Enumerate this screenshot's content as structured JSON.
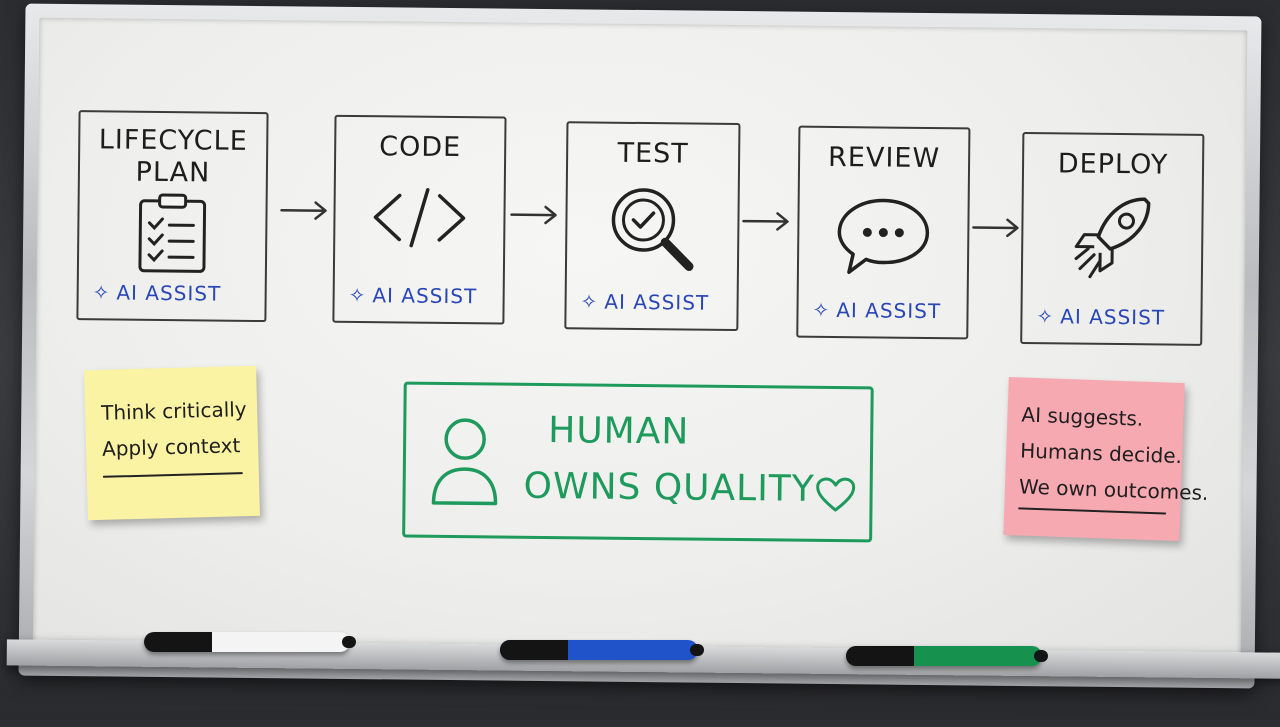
{
  "workflow": {
    "steps": [
      {
        "title": "LIFECYCLE\nPLAN",
        "icon": "clipboard-checklist-icon",
        "assist": "AI ASSIST"
      },
      {
        "title": "CODE",
        "icon": "code-brackets-icon",
        "assist": "AI ASSIST"
      },
      {
        "title": "TEST",
        "icon": "magnifier-check-icon",
        "assist": "AI ASSIST"
      },
      {
        "title": "REVIEW",
        "icon": "speech-bubble-icon",
        "assist": "AI ASSIST"
      },
      {
        "title": "DEPLOY",
        "icon": "rocket-icon",
        "assist": "AI ASSIST"
      }
    ]
  },
  "notes": {
    "yellow": {
      "line1": "Think critically",
      "line2": "Apply context"
    },
    "pink": {
      "line1": "AI suggests.",
      "line2": "Humans decide.",
      "line3": "We own outcomes."
    }
  },
  "human_box": {
    "line1": "HUMAN",
    "line2": "OWNS QUALITY"
  },
  "colors": {
    "assist_blue": "#2946b8",
    "human_green": "#1d9a5c",
    "note_yellow": "#fbf3a4",
    "note_pink": "#f7a9b2"
  },
  "markers": [
    "black-marker",
    "blue-marker",
    "green-marker"
  ]
}
